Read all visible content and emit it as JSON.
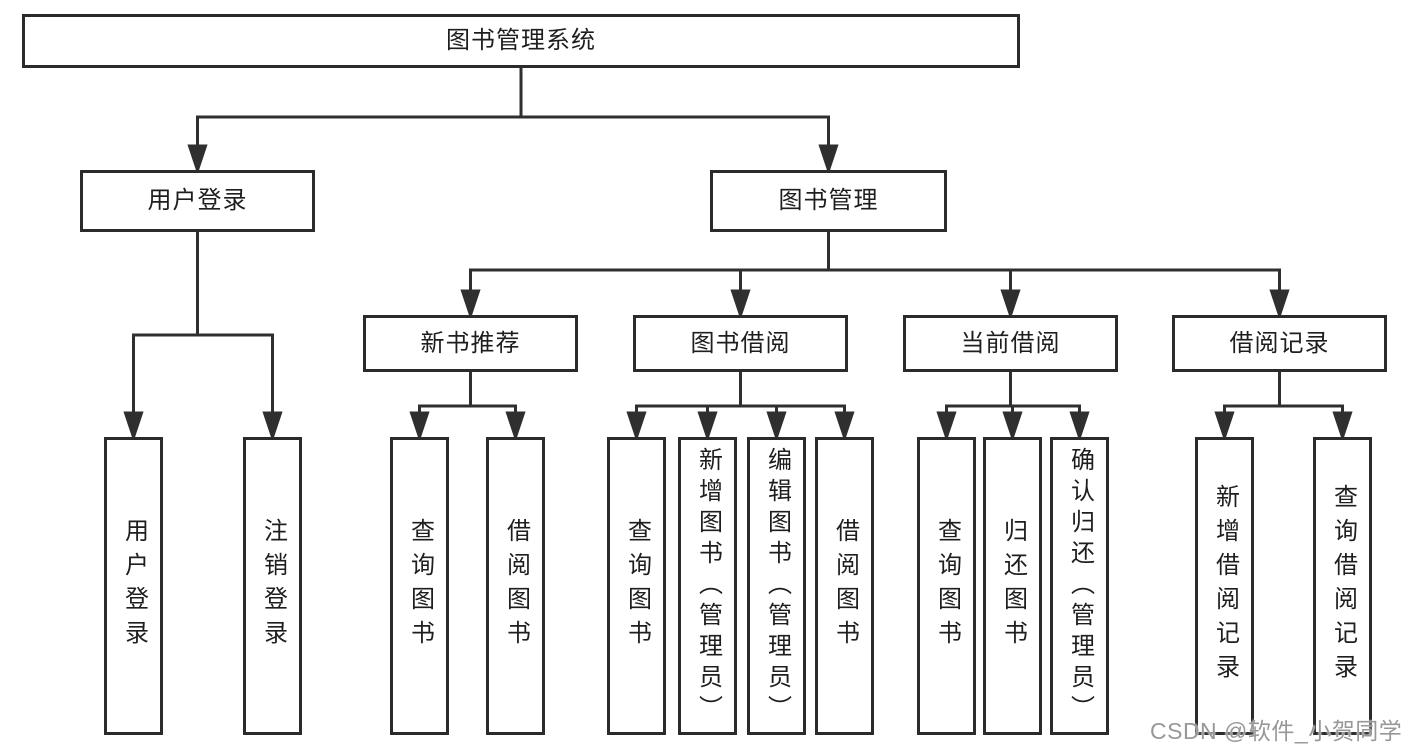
{
  "tree": {
    "root": {
      "label": "图书管理系统"
    },
    "children": [
      {
        "label": "用户登录",
        "children": [
          {
            "label": "用户登录"
          },
          {
            "label": "注销登录"
          }
        ]
      },
      {
        "label": "图书管理",
        "children": [
          {
            "label": "新书推荐",
            "children": [
              {
                "label": "查询图书"
              },
              {
                "label": "借阅图书"
              }
            ]
          },
          {
            "label": "图书借阅",
            "children": [
              {
                "label": "查询图书"
              },
              {
                "label": "新增图书（管理员）"
              },
              {
                "label": "编辑图书（管理员）"
              },
              {
                "label": "借阅图书"
              }
            ]
          },
          {
            "label": "当前借阅",
            "children": [
              {
                "label": "查询图书"
              },
              {
                "label": "归还图书"
              },
              {
                "label": "确认归还（管理员）"
              }
            ]
          },
          {
            "label": "借阅记录",
            "children": [
              {
                "label": "新增借阅记录"
              },
              {
                "label": "查询借阅记录"
              }
            ]
          }
        ]
      }
    ]
  },
  "watermark": {
    "text": "CSDN @软件_小贺同学"
  },
  "colors": {
    "line": "#2f2f2f",
    "box_border": "#2b2b2b",
    "text": "#1e1e1e",
    "watermark": "#97989a",
    "background": "#ffffff"
  }
}
